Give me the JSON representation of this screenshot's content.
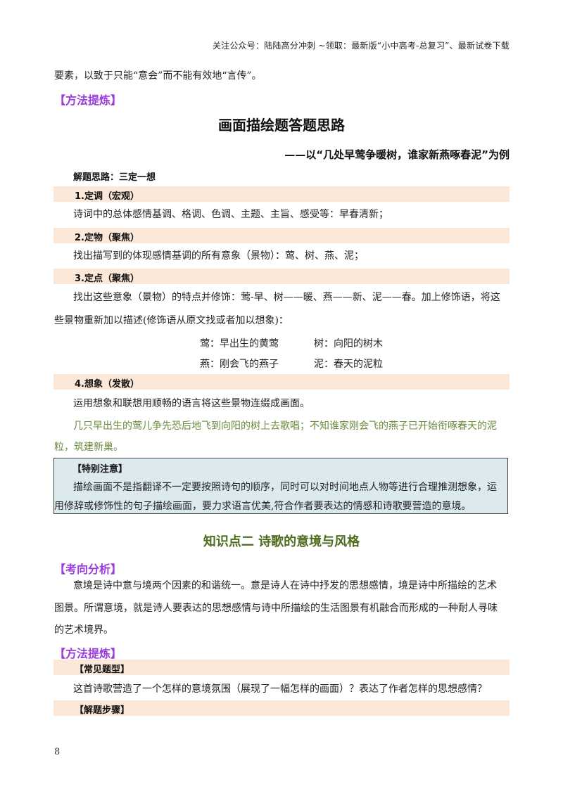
{
  "header": {
    "note": "关注公众号：陆陆高分冲刺  ~领取：最新版“小中高考-总复习”、最新试卷下载"
  },
  "intro": {
    "line": "要素，以致于只能“意会”而不能有效地“言传”。"
  },
  "method_section_1": {
    "heading": "【方法提炼】",
    "title": "画面描绘题答题思路",
    "subtitle": "——以“几处早莺争暖树，谁家新燕啄春泥”为例",
    "approach": "解题思路：三定一想",
    "steps": [
      {
        "label": "1.定调（宏观）",
        "lines": [
          "诗词中的总体感情基调、格调、色调、主题、主旨、感受等：早春清新；"
        ]
      },
      {
        "label": "2.定物（聚焦）",
        "lines": [
          "找出描写到的体现感情基调的所有意象（景物）：莺、树、燕、泥；"
        ]
      },
      {
        "label": "3.定点（聚焦）",
        "lines": [
          "找出这些意象（景物）的特点并修饰：莺-早、树——暖、燕——新、泥——春。加上修饰语，将这",
          "些景物重新加以描述(修饰语从原文找或者加以想象)："
        ]
      },
      {
        "label": "4.想象（发散）",
        "lines": [
          "运用想象和联想用顺畅的语言将这些景物连缀成画面。"
        ]
      }
    ],
    "pairs": [
      [
        "莺：早出生的黄莺",
        "树：向阳的树木"
      ],
      [
        "燕：刚会飞的燕子",
        "泥：春天的泥粒"
      ]
    ],
    "example": [
      "几只早出生的莺儿争先恐后地飞到向阳的树上去歌唱；不知谁家刚会飞的燕子已开始衔啄春天的泥",
      "粒，筑建新巢。"
    ],
    "colors": {
      "band": "#fce8d8",
      "purple": "#9a3bdc",
      "green_text": "#6b8a3c"
    }
  },
  "note": {
    "title": "【特别注意】",
    "lines": [
      "描绘画面不是指翻译不一定要按照诗句的顺序，同时可以对时间地点人物等进行合理推测想象，运",
      "用修辞或修饰性的句子描绘画面，要力求语言优美,符合作者要表达的情感和诗歌要营造的意境。"
    ],
    "colors": {
      "background": "#dceaf0",
      "border": "#444444"
    }
  },
  "knowledge_point_2": {
    "title": "知识点二  诗歌的意境与风格",
    "analysis_heading": "【考向分析】",
    "analysis_lines": [
      "意境是诗中意与境两个因素的和谐统一。意是诗人在诗中抒发的思想感情，境是诗中所描绘的艺术",
      "图景。所谓意境，就是诗人要表达的思想感情与诗中所描绘的生活图景有机融合而形成的一种耐人寻味",
      "的艺术境界。"
    ],
    "method_heading": "【方法提炼】",
    "common_type_label": "【常见题型】",
    "common_type_text": "这首诗歌营造了一个怎样的意境氛围（展现了一幅怎样的画面）？表达了作者怎样的思想感情？",
    "steps_label": "【解题步骤】",
    "colors": {
      "title": "#4e6b1e"
    }
  },
  "footer": {
    "page_number": "8"
  }
}
